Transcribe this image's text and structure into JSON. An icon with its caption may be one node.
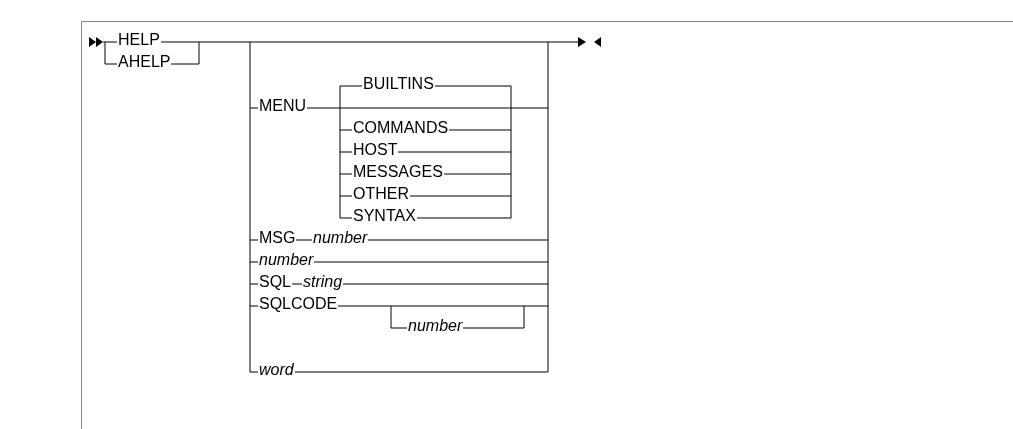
{
  "diagram": {
    "labels": [
      "HELP",
      "AHELP",
      "MENU",
      "BUILTINS",
      "COMMANDS",
      "HOST",
      "MESSAGES",
      "OTHER",
      "SYNTAX",
      "MSG",
      "number",
      "number",
      "SQL",
      "string",
      "SQLCODE",
      "number",
      "word"
    ]
  }
}
